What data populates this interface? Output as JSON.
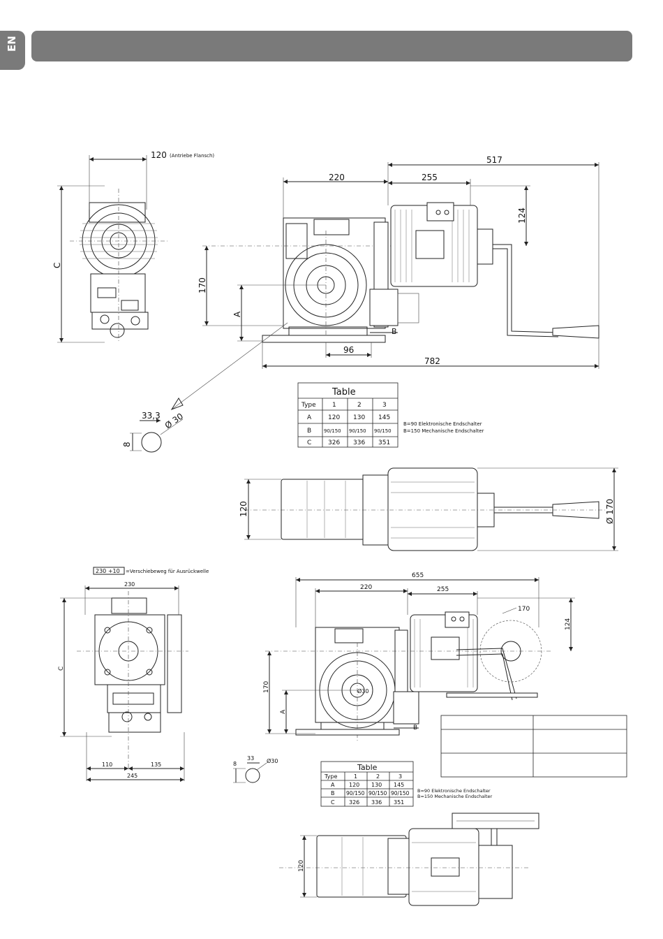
{
  "header": {
    "lang_tab": "EN",
    "title": ""
  },
  "drawing1": {
    "dims": {
      "flange": "120",
      "flange_note": "(Antriebe Flansch)",
      "d517": "517",
      "d220": "220",
      "d255": "255",
      "d124": "124",
      "c": "C",
      "d170": "170",
      "a": "A",
      "b": "B",
      "d96": "96",
      "d782": "782",
      "d33": "33,3",
      "d30": "Ø 30",
      "d8": "8"
    },
    "table": {
      "title": "Table",
      "header": [
        "Type",
        "1",
        "2",
        "3"
      ],
      "rows": [
        [
          "A",
          "120",
          "130",
          "145"
        ],
        [
          "B",
          "90/150",
          "90/150",
          "90/150"
        ],
        [
          "C",
          "326",
          "336",
          "351"
        ]
      ],
      "note1": "B=90 Elektronische Endschalter",
      "note2": "B=150 Mechanische Endschalter"
    },
    "top": {
      "d120": "120",
      "d170": "Ø 170"
    }
  },
  "drawing2": {
    "dims": {
      "shift_box": "230 +10",
      "shift_note": "=Verschiebeweg für Ausrückwelle",
      "d230": "230",
      "c": "C",
      "d110": "110",
      "d135": "135",
      "d245": "245",
      "d655": "655",
      "d220": "220",
      "d255": "255",
      "d170r": "170",
      "d124": "124",
      "d170": "170",
      "a": "A",
      "b": "B",
      "d30inner": "Ø30",
      "d8": "8",
      "d33": "33",
      "d30": "Ø30"
    },
    "table": {
      "title": "Table",
      "header": [
        "Type",
        "1",
        "2",
        "3"
      ],
      "rows": [
        [
          "A",
          "120",
          "130",
          "145"
        ],
        [
          "B",
          "90/150",
          "90/150",
          "90/150"
        ],
        [
          "C",
          "326",
          "336",
          "351"
        ]
      ],
      "note1": "B=90 Elektronische Endschalter",
      "note2": "B=150 Mechanische Endschalter"
    },
    "top": {
      "d120": "120"
    }
  }
}
